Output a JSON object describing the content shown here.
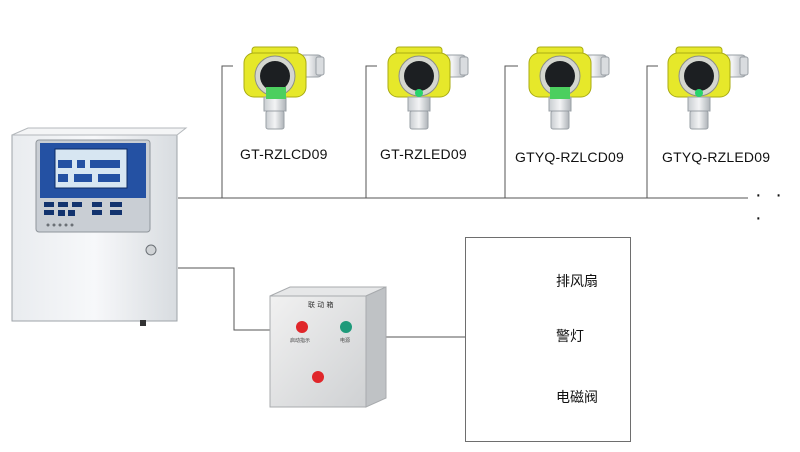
{
  "detectors": [
    {
      "model": "GT-RZLCD09",
      "display": "lcd"
    },
    {
      "model": "GT-RZLED09",
      "display": "led"
    },
    {
      "model": "GTYQ-RZLCD09",
      "display": "lcd"
    },
    {
      "model": "GTYQ-RZLED09",
      "display": "led"
    }
  ],
  "bus_continuation": "· · ·",
  "linkage_box": {
    "title": "联 动 箱",
    "buttons": [
      {
        "label": "启动指示",
        "color": "#e0262a"
      },
      {
        "label": "电源",
        "color": "#1e9a7a"
      },
      {
        "label": "",
        "color": "#e0262a"
      }
    ]
  },
  "outputs": [
    {
      "label": "排风扇",
      "icon": "exhaust-fan-icon"
    },
    {
      "label": "警灯",
      "icon": "warning-light-icon"
    },
    {
      "label": "电磁阀",
      "icon": "solenoid-valve-icon"
    }
  ],
  "colors": {
    "detector_yellow": "#e6e82a",
    "controller_screen": "#2451a3",
    "line": "#555555"
  }
}
